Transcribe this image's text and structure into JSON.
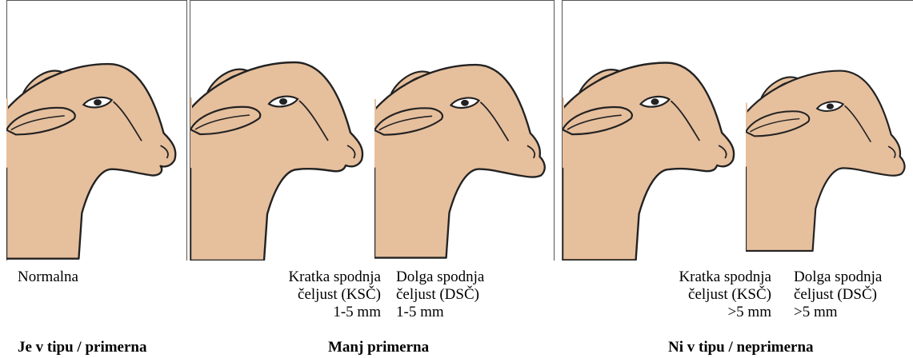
{
  "groups": [
    {
      "category": "Je v tipu / primerna",
      "heads": [
        {
          "caption": "Normalna",
          "jaw": "normal",
          "fill": "#e6bf9d"
        }
      ]
    },
    {
      "category": "Manj primerna",
      "heads": [
        {
          "caption": "Kratka spodnja\nčeljust (KSČ)\n1-5 mm",
          "jaw": "short",
          "fill": "#e6bf9d"
        },
        {
          "caption": "Dolga spodnja\nčeljust (DSČ)\n1-5 mm",
          "jaw": "long",
          "fill": "#e6bf9d"
        }
      ]
    },
    {
      "category": "Ni v tipu / neprimerna",
      "heads": [
        {
          "caption": "Kratka spodnja\nčeljust (KSČ)\n>5 mm",
          "jaw": "short",
          "fill": "#e6bf9d"
        },
        {
          "caption": "Dolga spodnja\nčeljust (DSČ)\n>5 mm",
          "jaw": "long",
          "fill": "#e6bf9d"
        }
      ]
    }
  ],
  "colors": {
    "head_fill": "#e6bf9d",
    "outline": "#222222",
    "frame": "#555555"
  }
}
